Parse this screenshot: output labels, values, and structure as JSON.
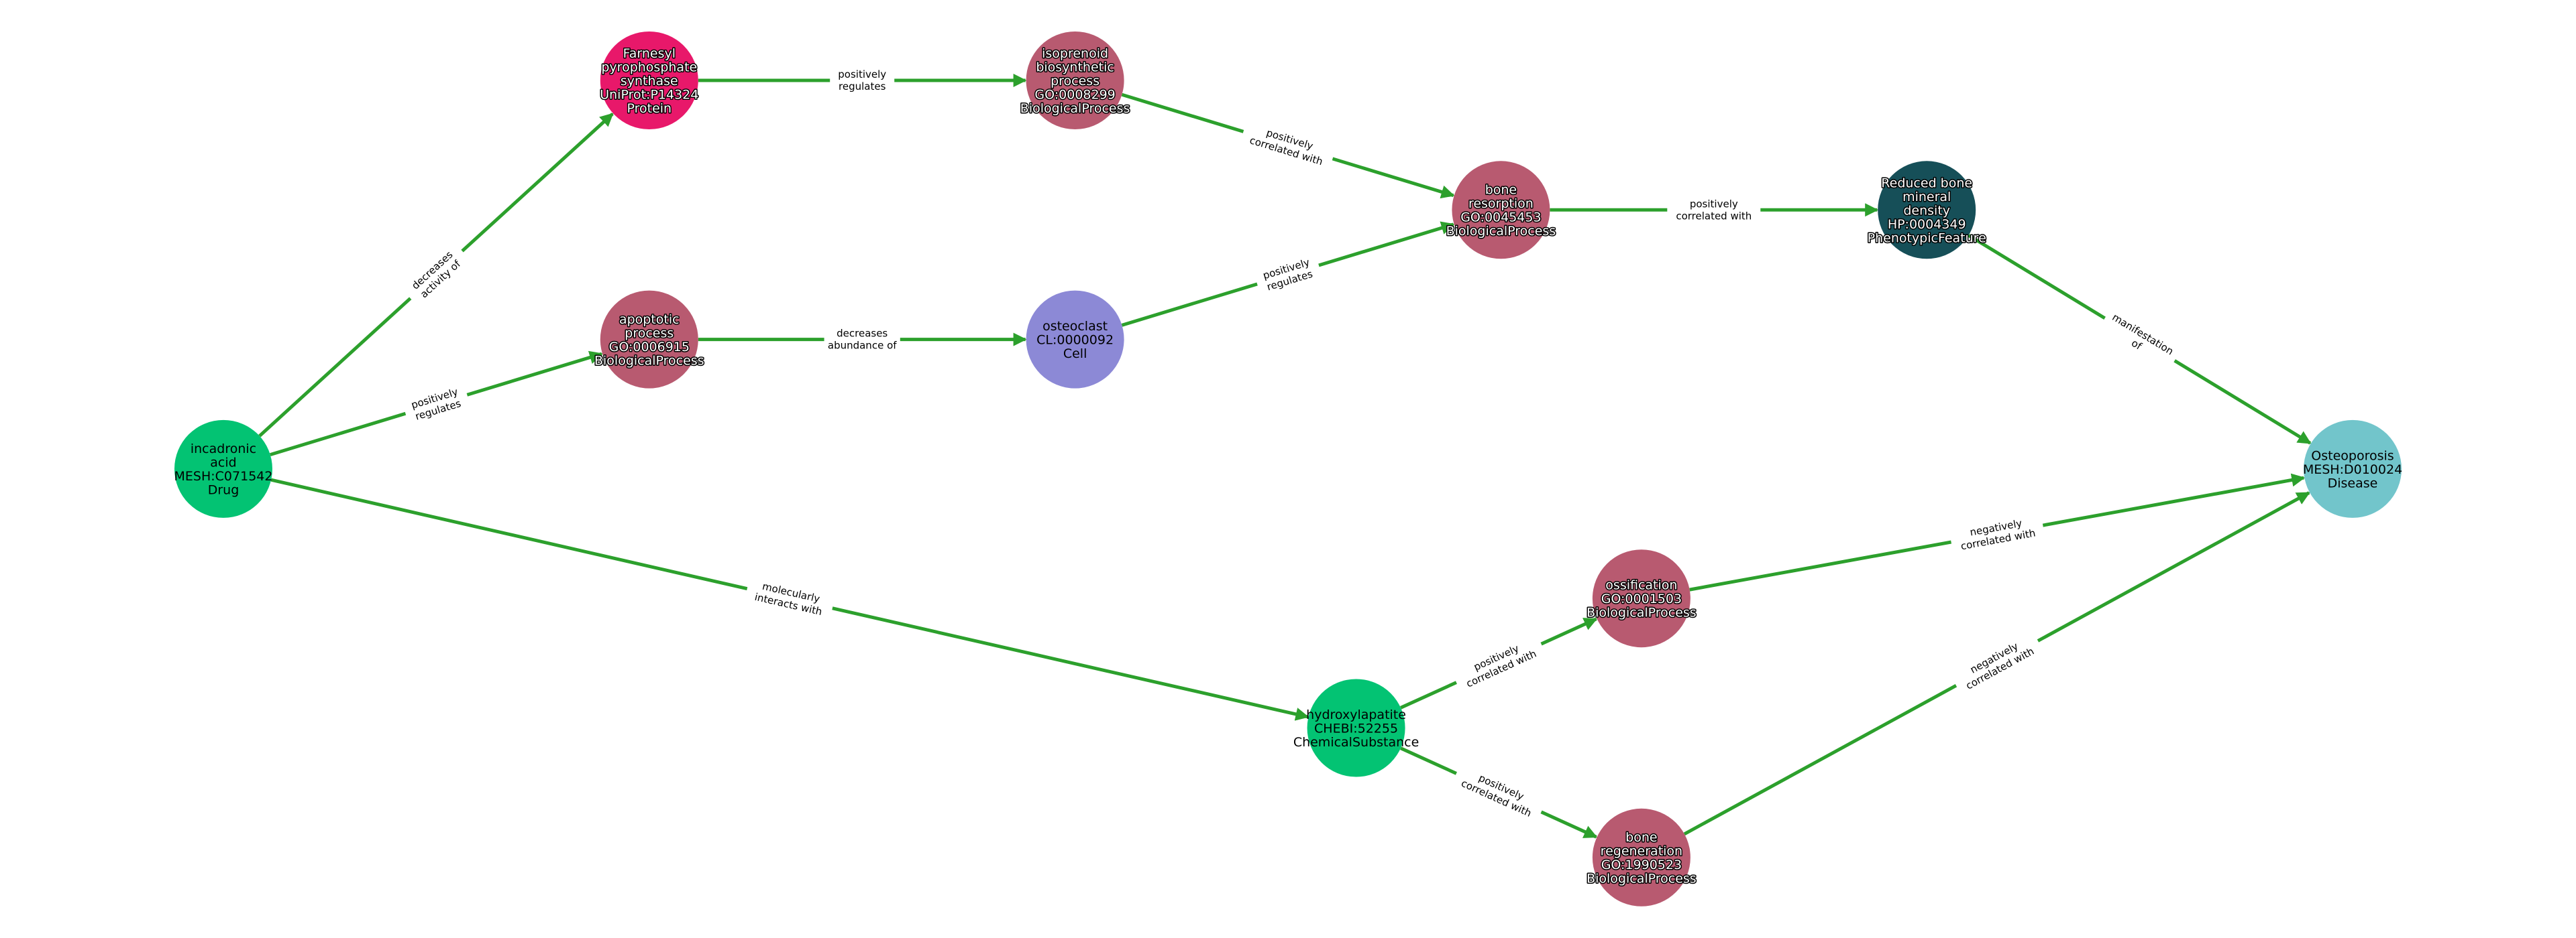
{
  "colors": {
    "edge": "#2ca02c",
    "Drug": "#03c373",
    "ChemicalSubstance": "#03c373",
    "Protein": "#e8186a",
    "BiologicalProcess": "#b85a70",
    "Cell": "#8c89d6",
    "PhenotypicFeature": "#164f58",
    "Disease": "#72c5cb"
  },
  "nodes": [
    {
      "id": "incadronic",
      "lines": [
        "incadronic",
        "acid",
        "MESH:C071542",
        "Drug"
      ],
      "type": "Drug",
      "col": 0,
      "row": 3
    },
    {
      "id": "farnesyl",
      "lines": [
        "Farnesyl",
        "pyrophosphate",
        "synthase",
        "UniProt:P14324",
        "Protein"
      ],
      "type": "Protein",
      "col": 1,
      "row": 0
    },
    {
      "id": "apoptotic",
      "lines": [
        "apoptotic",
        "process",
        "GO:0006915",
        "BiologicalProcess"
      ],
      "type": "BiologicalProcess",
      "col": 1,
      "row": 2
    },
    {
      "id": "isoprenoid",
      "lines": [
        "isoprenoid",
        "biosynthetic",
        "process",
        "GO:0008299",
        "BiologicalProcess"
      ],
      "type": "BiologicalProcess",
      "col": 2,
      "row": 0
    },
    {
      "id": "osteoclast",
      "lines": [
        "osteoclast",
        "CL:0000092",
        "Cell"
      ],
      "type": "Cell",
      "col": 2,
      "row": 2
    },
    {
      "id": "hydroxylapatite",
      "lines": [
        "hydroxylapatite",
        "CHEBI:52255",
        "ChemicalSubstance"
      ],
      "type": "ChemicalSubstance",
      "col": 2.66,
      "row": 5
    },
    {
      "id": "resorption",
      "lines": [
        "bone",
        "resorption",
        "GO:0045453",
        "BiologicalProcess"
      ],
      "type": "BiologicalProcess",
      "col": 3,
      "row": 1
    },
    {
      "id": "ossification",
      "lines": [
        "ossification",
        "GO:0001503",
        "BiologicalProcess"
      ],
      "type": "BiologicalProcess",
      "col": 3.33,
      "row": 4
    },
    {
      "id": "regeneration",
      "lines": [
        "bone",
        "regeneration",
        "GO:1990523",
        "BiologicalProcess"
      ],
      "type": "BiologicalProcess",
      "col": 3.33,
      "row": 6
    },
    {
      "id": "reduced",
      "lines": [
        "Reduced bone",
        "mineral",
        "density",
        "HP:0004349",
        "PhenotypicFeature"
      ],
      "type": "PhenotypicFeature",
      "col": 4,
      "row": 1
    },
    {
      "id": "osteoporosis",
      "lines": [
        "Osteoporosis",
        "MESH:D010024",
        "Disease"
      ],
      "type": "Disease",
      "col": 5,
      "row": 3
    }
  ],
  "edges": [
    {
      "from": "incadronic",
      "to": "farnesyl",
      "label": [
        "decreases",
        "activity of"
      ]
    },
    {
      "from": "incadronic",
      "to": "apoptotic",
      "label": [
        "positively",
        "regulates"
      ]
    },
    {
      "from": "incadronic",
      "to": "hydroxylapatite",
      "label": [
        "molecularly",
        "interacts with"
      ]
    },
    {
      "from": "farnesyl",
      "to": "isoprenoid",
      "label": [
        "positively",
        "regulates"
      ]
    },
    {
      "from": "apoptotic",
      "to": "osteoclast",
      "label": [
        "decreases",
        "abundance of"
      ]
    },
    {
      "from": "isoprenoid",
      "to": "resorption",
      "label": [
        "positively",
        "correlated with"
      ]
    },
    {
      "from": "osteoclast",
      "to": "resorption",
      "label": [
        "positively",
        "regulates"
      ]
    },
    {
      "from": "resorption",
      "to": "reduced",
      "label": [
        "positively",
        "correlated with"
      ]
    },
    {
      "from": "reduced",
      "to": "osteoporosis",
      "label": [
        "manifestation",
        "of"
      ]
    },
    {
      "from": "hydroxylapatite",
      "to": "ossification",
      "label": [
        "positively",
        "correlated with"
      ]
    },
    {
      "from": "hydroxylapatite",
      "to": "regeneration",
      "label": [
        "positively",
        "correlated with"
      ]
    },
    {
      "from": "ossification",
      "to": "osteoporosis",
      "label": [
        "negatively",
        "correlated with"
      ]
    },
    {
      "from": "regeneration",
      "to": "osteoporosis",
      "label": [
        "negatively",
        "correlated with"
      ]
    }
  ]
}
